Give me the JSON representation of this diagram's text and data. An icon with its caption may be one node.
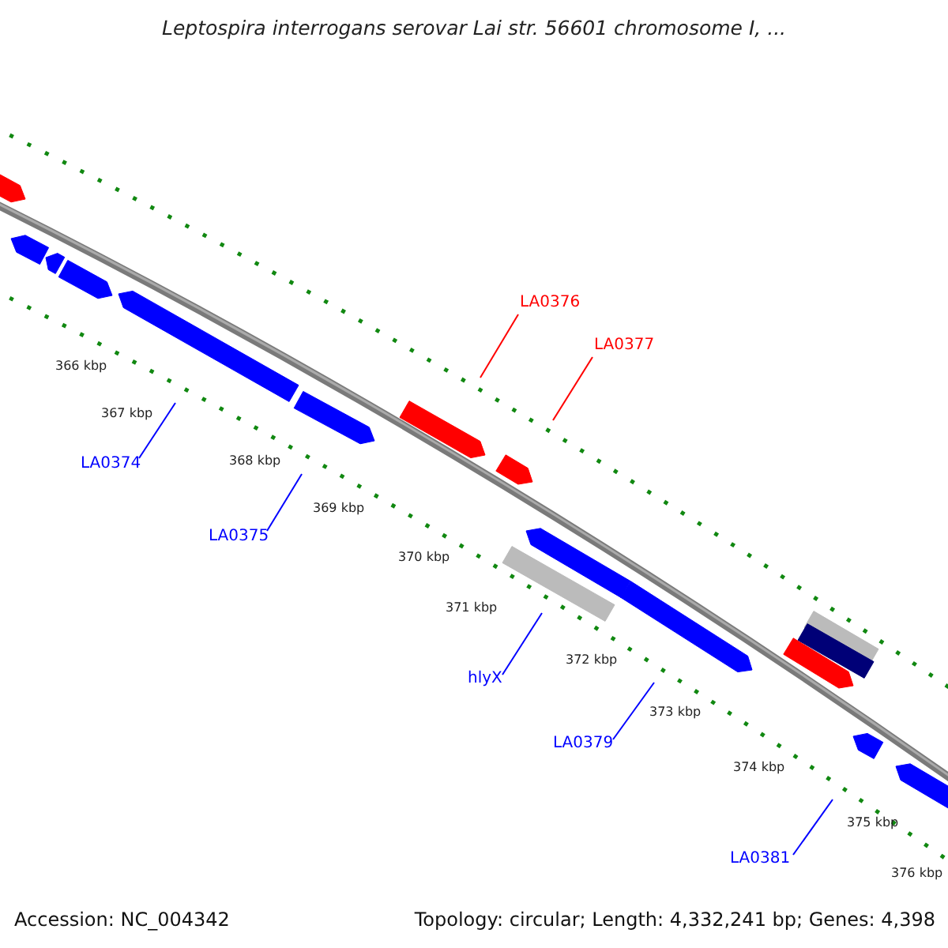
{
  "diagram": {
    "title": "Leptospira interrogans serovar Lai str. 56601 chromosome I, ...",
    "nodes": [
      {
        "text": [
          "LA0376"
        ]
      },
      {
        "text": [
          "LA0377"
        ]
      },
      {
        "text": [
          "LA0374"
        ]
      },
      {
        "text": [
          "LA0375"
        ]
      },
      {
        "text": [
          "hlyX"
        ]
      },
      {
        "text": [
          "LA0379"
        ]
      },
      {
        "text": [
          "LA0381"
        ]
      }
    ],
    "edges": [
      {
        "from": 0,
        "to": null,
        "arrow": "none",
        "color": "#ff0000"
      },
      {
        "from": 1,
        "to": null,
        "arrow": "none",
        "color": "#ff0000"
      },
      {
        "from": 2,
        "to": null,
        "arrow": "none"
      },
      {
        "from": 3,
        "to": null,
        "arrow": "none"
      },
      {
        "from": 4,
        "to": null,
        "arrow": "none"
      },
      {
        "from": 5,
        "to": null,
        "arrow": "none"
      },
      {
        "from": 6,
        "to": null,
        "arrow": "none"
      }
    ],
    "labels": [
      "366 kbp",
      "367 kbp",
      "368 kbp",
      "369 kbp",
      "370 kbp",
      "371 kbp",
      "372 kbp",
      "373 kbp",
      "374 kbp",
      "375 kbp",
      "376 kbp",
      "Accession: NC_004342",
      "Topology: circular; Length: 4,332,241 bp; Genes: 4,398"
    ]
  }
}
